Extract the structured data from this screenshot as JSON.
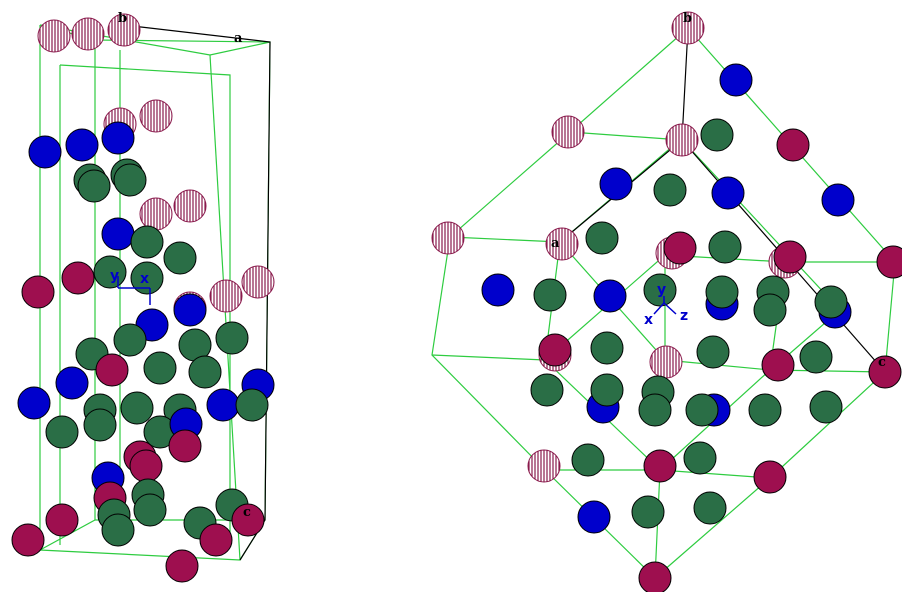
{
  "colors": {
    "background": "#ffffff",
    "cell_edge": "#2ecc40",
    "dark_edge": "#000000",
    "atom_blue": "#0000cc",
    "atom_green": "#2a6e46",
    "atom_maroon": "#9e0f4f",
    "atom_hatched": "#8a1a4c",
    "axis_triad": "#0000cc"
  },
  "left_view": {
    "cell_labels": {
      "a": "a",
      "b": "b",
      "c": "c"
    },
    "triad": {
      "x": "x",
      "y": "y"
    }
  },
  "right_view": {
    "cell_labels": {
      "a": "a",
      "b": "b",
      "c": "c"
    },
    "triad": {
      "x": "x",
      "y": "y",
      "z": "z"
    }
  },
  "hatch_text": "111"
}
